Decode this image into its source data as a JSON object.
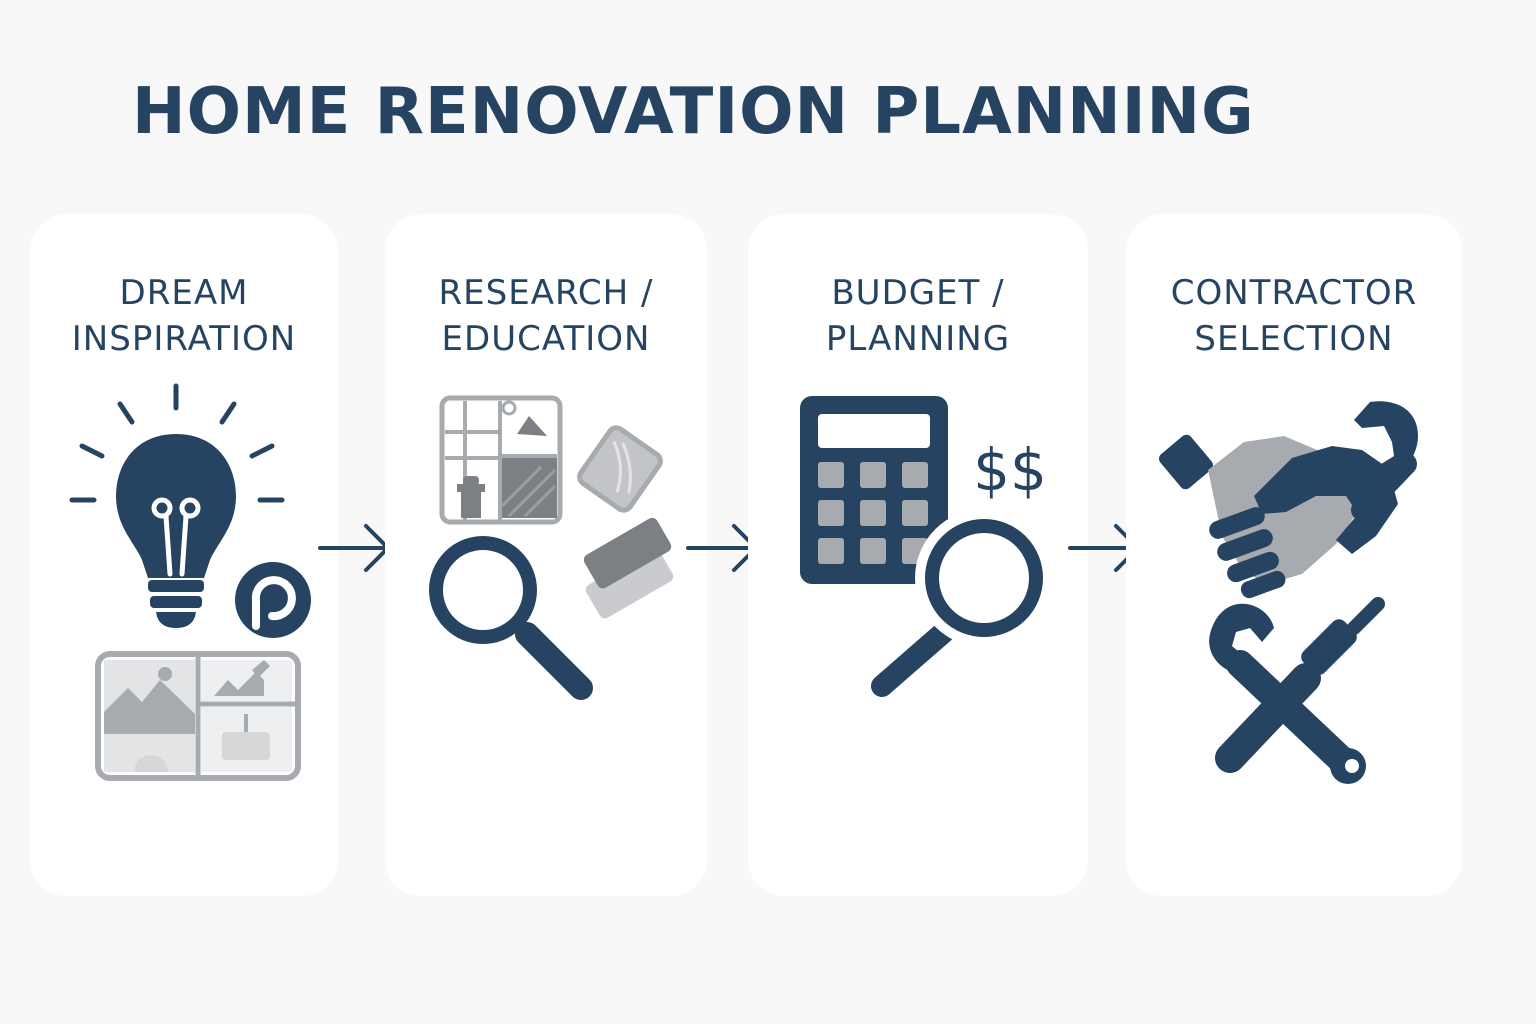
{
  "title": "HOME RENOVATION PLANNING",
  "colors": {
    "navy": "#264462",
    "gray": "#a7aaae",
    "light_gray": "#d6d7d9",
    "card_bg": "#ffffff",
    "page_bg": "#f8f8f9"
  },
  "steps": [
    {
      "line1": "DREAM",
      "line2": "INSPIRATION",
      "icons": [
        "lightbulb-icon",
        "pinterest-icon",
        "mood-board-icon"
      ]
    },
    {
      "line1": "RESEARCH /",
      "line2": "EDUCATION",
      "icons": [
        "floor-plan-icon",
        "material-swatch-icon",
        "magnifier-icon"
      ]
    },
    {
      "line1": "BUDGET /",
      "line2": "PLANNING",
      "icons": [
        "calculator-icon",
        "dollar-sign-icon",
        "magnifier-icon"
      ]
    },
    {
      "line1": "CONTRACTOR",
      "line2": "SELECTION",
      "icons": [
        "handshake-icon",
        "wrench-icon",
        "tools-icon"
      ]
    }
  ],
  "dollar_text": "$$"
}
